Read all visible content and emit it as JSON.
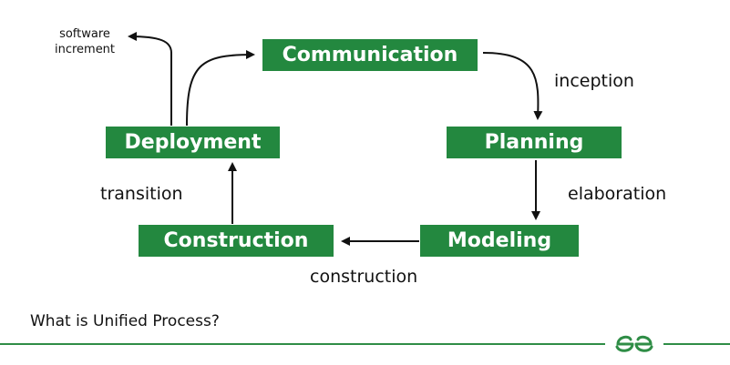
{
  "diagram": {
    "nodes": {
      "communication": "Communication",
      "planning": "Planning",
      "modeling": "Modeling",
      "construction": "Construction",
      "deployment": "Deployment"
    },
    "edge_labels": {
      "inception": "inception",
      "elaboration": "elaboration",
      "construction": "construction",
      "transition": "transition",
      "software_increment": "software\nincrement"
    }
  },
  "caption": "What is Unified Process?",
  "colors": {
    "node_fill": "#23883f",
    "node_text": "#ffffff",
    "footer": "#2f8d46"
  },
  "footer_icon": "geeksforgeeks-logo-icon"
}
